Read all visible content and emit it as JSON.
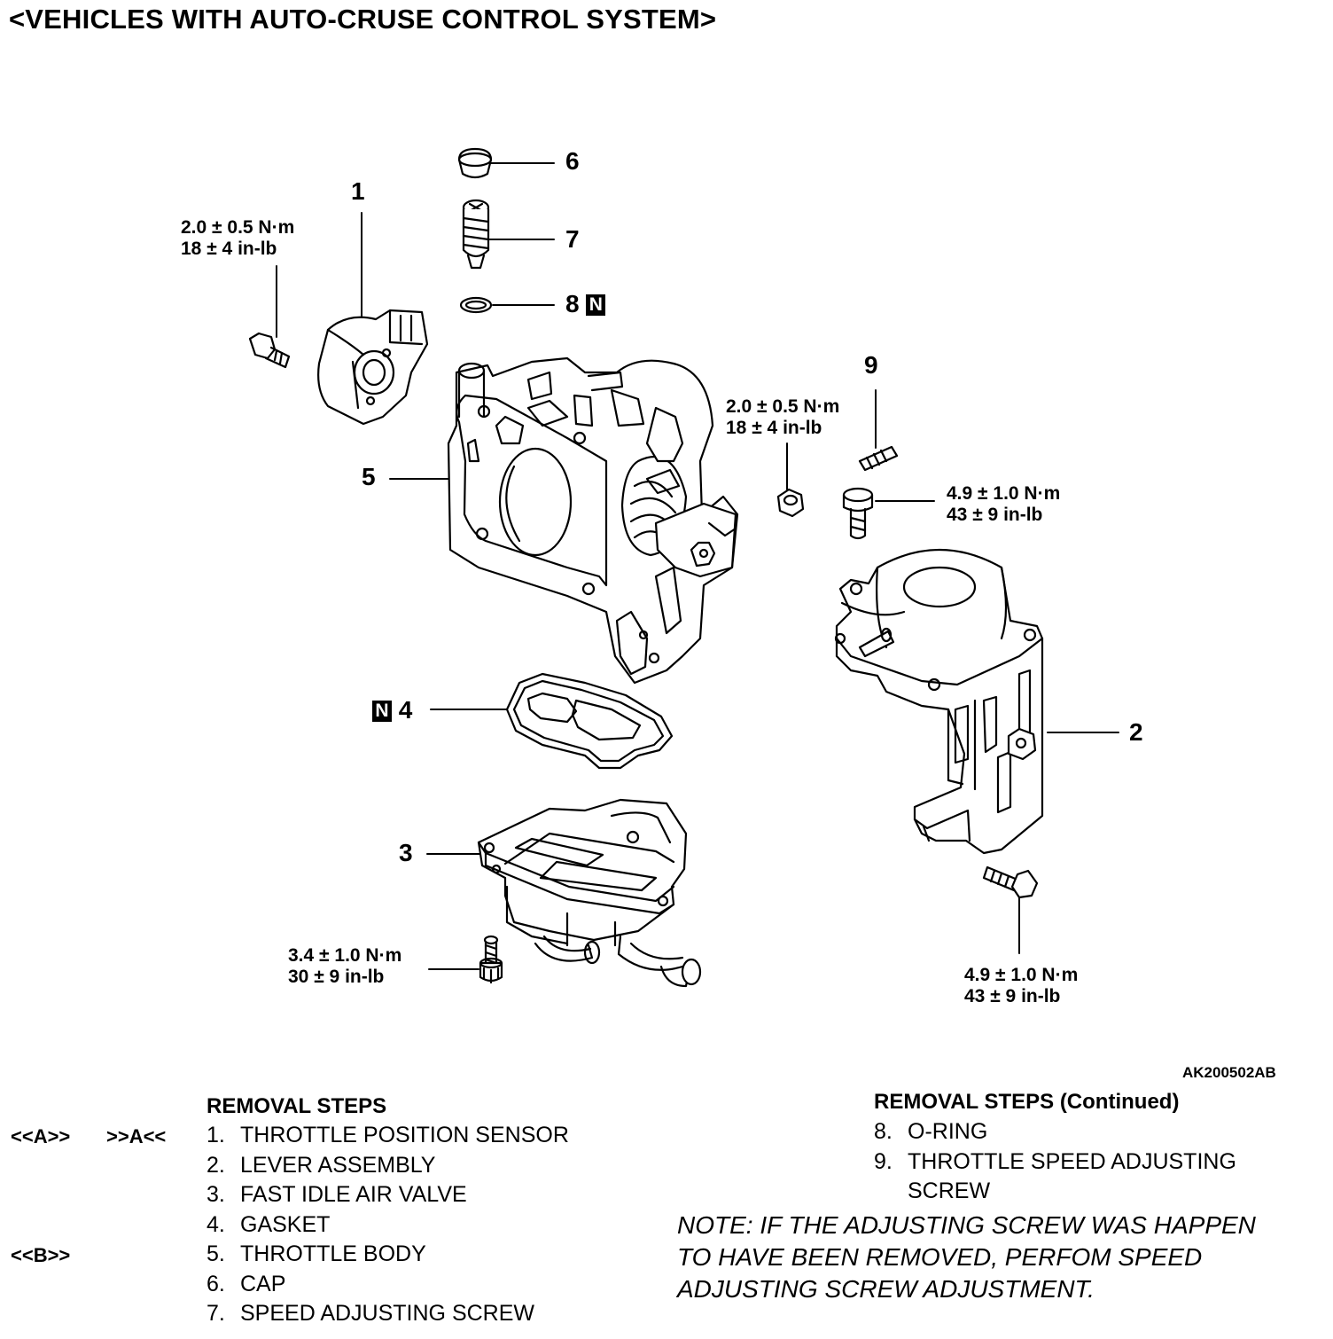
{
  "title": "<VEHICLES WITH AUTO-CRUSE CONTROL SYSTEM>",
  "reference_code": "AK200502AB",
  "callouts": {
    "c1": "1",
    "c2": "2",
    "c3": "3",
    "c4": "4",
    "c5": "5",
    "c6": "6",
    "c7": "7",
    "c8": "8",
    "c9": "9"
  },
  "new_part_mark": "N",
  "torques": {
    "tps_bolt": {
      "nm": "2.0 ± 0.5 N·m",
      "inlb": "18 ± 4 in-lb"
    },
    "nut": {
      "nm": "2.0 ± 0.5 N·m",
      "inlb": "18 ± 4 in-lb"
    },
    "lever_bolt_upper": {
      "nm": "4.9 ± 1.0 N·m",
      "inlb": "43 ± 9 in-lb"
    },
    "lever_bolt_lower": {
      "nm": "4.9 ± 1.0 N·m",
      "inlb": "43 ± 9 in-lb"
    },
    "fiav_screw": {
      "nm": "3.4 ± 1.0 N·m",
      "inlb": "30 ± 9 in-lb"
    }
  },
  "removal": {
    "heading": "REMOVAL STEPS",
    "markers": {
      "a_left": "<<A>>",
      "a_right": ">>A<<",
      "b_left": "<<B>>"
    },
    "steps": [
      {
        "num": "1.",
        "label": "THROTTLE POSITION SENSOR"
      },
      {
        "num": "2.",
        "label": "LEVER ASSEMBLY"
      },
      {
        "num": "3.",
        "label": "FAST IDLE AIR VALVE"
      },
      {
        "num": "4.",
        "label": "GASKET"
      },
      {
        "num": "5.",
        "label": "THROTTLE BODY"
      },
      {
        "num": "6.",
        "label": "CAP"
      },
      {
        "num": "7.",
        "label": "SPEED ADJUSTING SCREW"
      }
    ]
  },
  "removal_continued": {
    "heading": "REMOVAL STEPS (Continued)",
    "steps": [
      {
        "num": "8.",
        "label": "O-RING"
      },
      {
        "num": "9.",
        "label": "THROTTLE SPEED ADJUSTING",
        "label2": "SCREW"
      }
    ]
  },
  "note": {
    "line1": "NOTE: IF THE ADJUSTING SCREW WAS HAPPEN",
    "line2": "TO HAVE BEEN REMOVED, PERFOM SPEED",
    "line3": "ADJUSTING SCREW ADJUSTMENT."
  }
}
